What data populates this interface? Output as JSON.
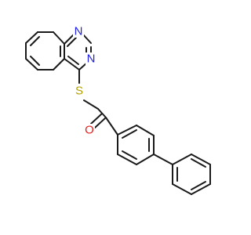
{
  "molecule": {
    "atoms": {
      "n1": {
        "symbol": "N",
        "color": "#1f1fe6"
      },
      "n2": {
        "symbol": "N",
        "color": "#1f1fe6"
      },
      "s": {
        "symbol": "S",
        "color": "#b3a000"
      },
      "o": {
        "symbol": "O",
        "color": "#e61f1f"
      }
    },
    "bond_color": "#1a1a1a",
    "background": "#ffffff"
  }
}
